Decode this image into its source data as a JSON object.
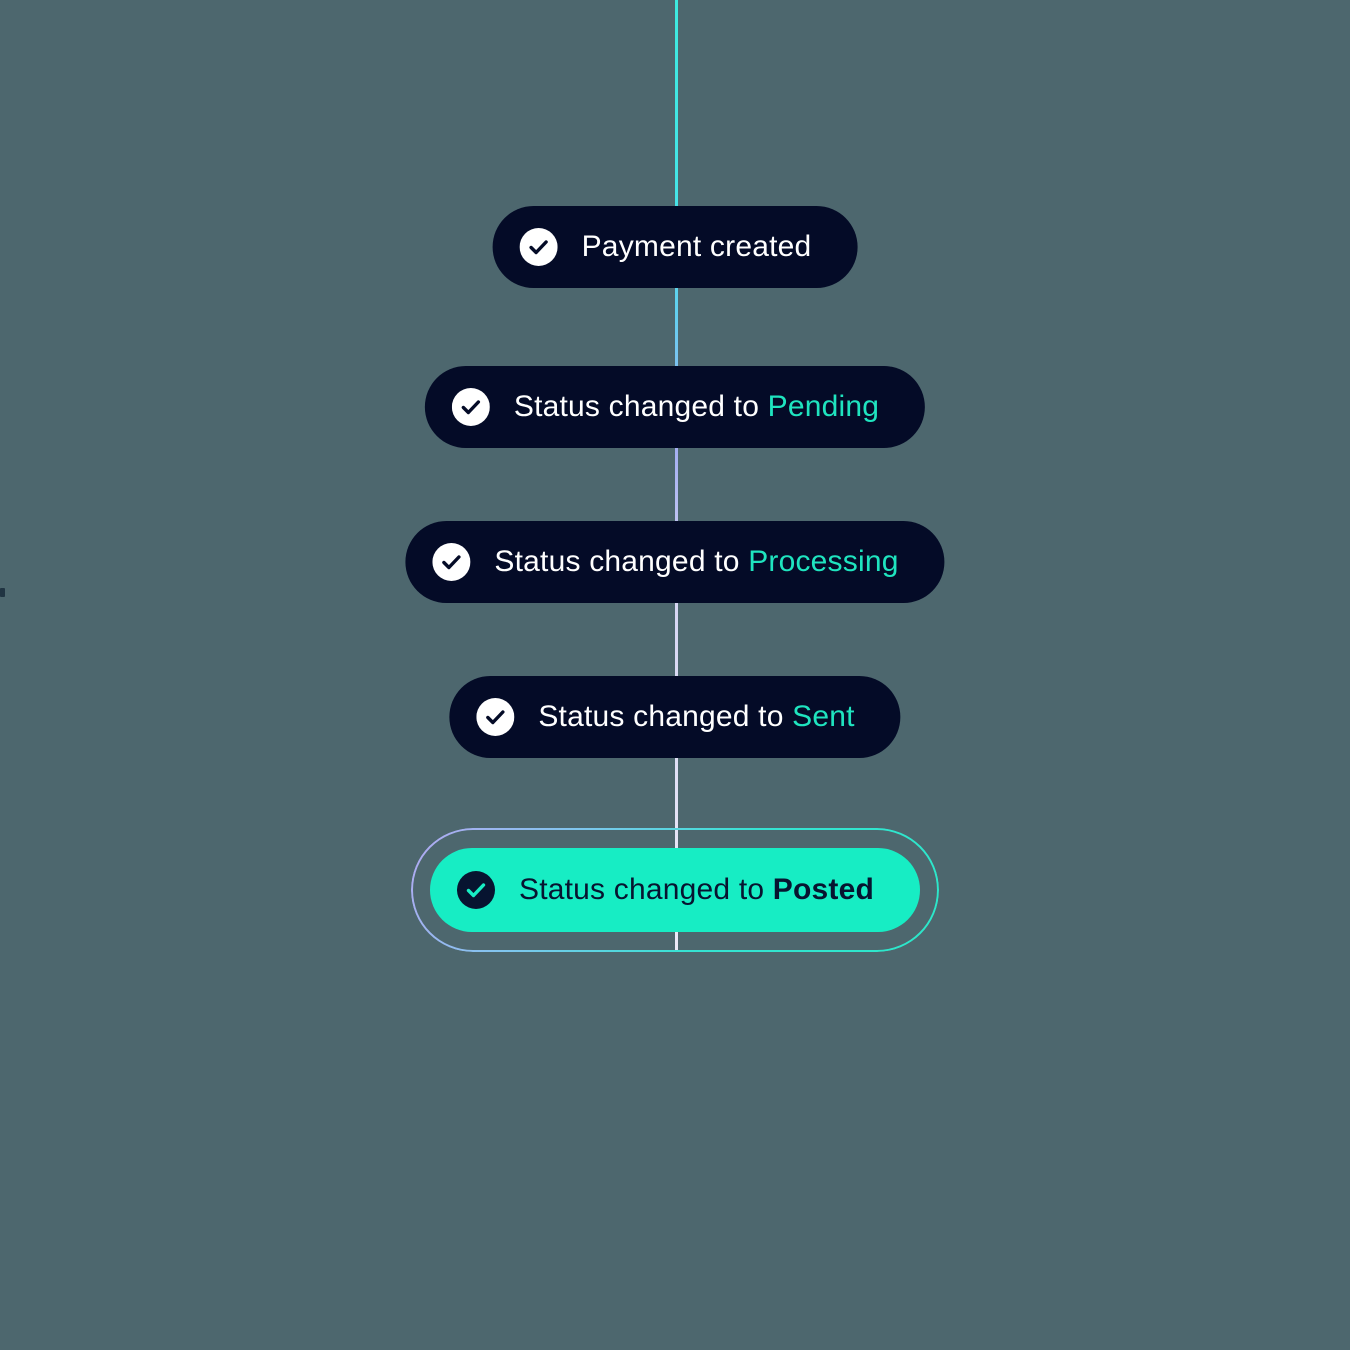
{
  "page": {
    "background_color": "#4D676E"
  },
  "timeline": {
    "connector": {
      "gradient_colors": [
        "#3EEADF",
        "#63CFEF",
        "#A4AEF2",
        "#ECEAF8"
      ]
    },
    "ring_gradient_colors": [
      "#B5A7F2",
      "#7FC6EE",
      "#2BE8C9"
    ],
    "colors": {
      "pill_background": "#040B27",
      "pill_text": "#FFFFFF",
      "status_accent": "#1FE4BF",
      "active_pill_background": "#17EDC4",
      "active_pill_text": "#071430"
    },
    "events": [
      {
        "label": "Payment created",
        "status": "",
        "icon": "check-circle-icon",
        "state": "done"
      },
      {
        "label": "Status changed to ",
        "status": "Pending",
        "icon": "check-circle-icon",
        "state": "done"
      },
      {
        "label": "Status changed to ",
        "status": "Processing",
        "icon": "check-circle-icon",
        "state": "done"
      },
      {
        "label": "Status changed to ",
        "status": "Sent",
        "icon": "check-circle-icon",
        "state": "done"
      },
      {
        "label": "Status changed to ",
        "status": "Posted",
        "icon": "check-circle-icon",
        "state": "active"
      }
    ]
  }
}
